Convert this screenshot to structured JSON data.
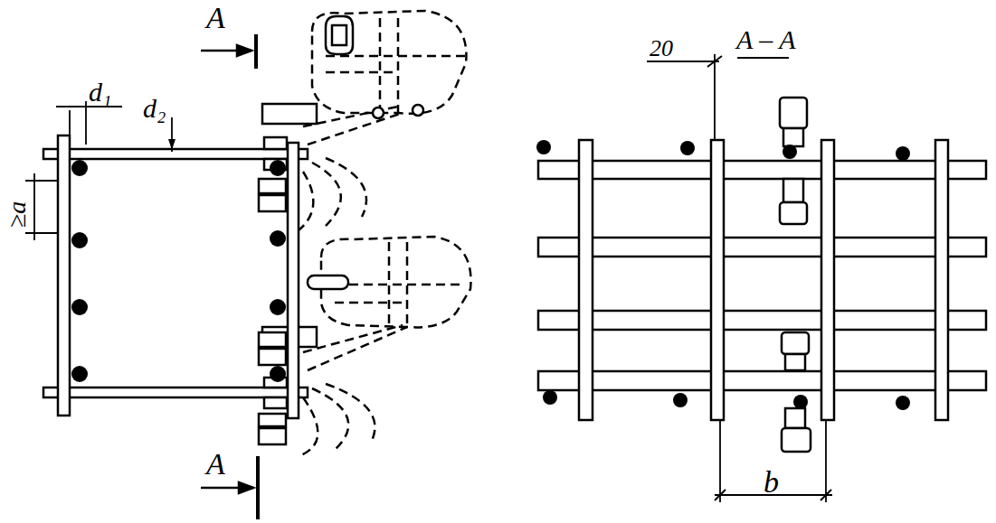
{
  "diagram": {
    "labels": [
      "A",
      "A",
      "d₁",
      "d₂",
      "≥a",
      "A – A",
      "20",
      "b"
    ]
  }
}
